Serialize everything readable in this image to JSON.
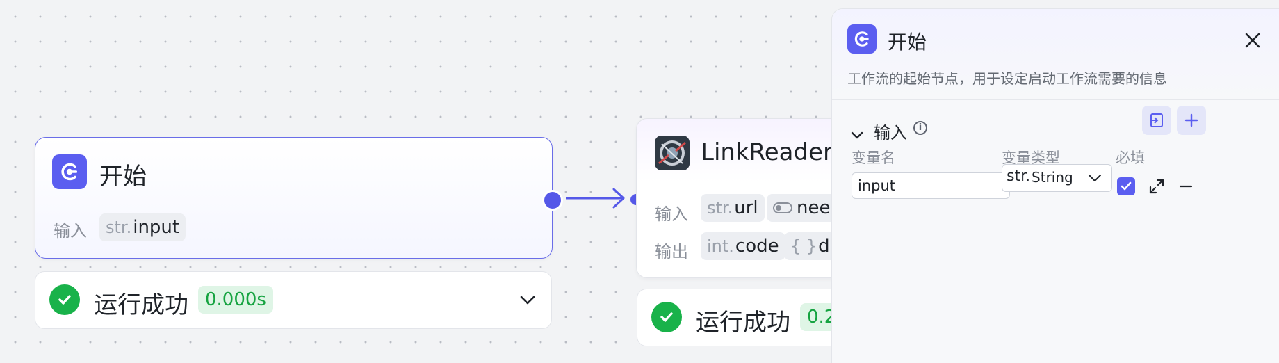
{
  "canvas": {
    "start_node": {
      "title": "开始",
      "input_label": "输入",
      "inputs": [
        {
          "type": "str.",
          "name": "input"
        }
      ],
      "status": {
        "text": "运行成功",
        "time": "0.000s"
      }
    },
    "link_node": {
      "title": "LinkReaderP",
      "input_label": "输入",
      "output_label": "输出",
      "inputs": [
        {
          "type": "str.",
          "name": "url"
        },
        {
          "type": "toggle",
          "name": "need"
        }
      ],
      "outputs": [
        {
          "type": "int.",
          "name": "code"
        },
        {
          "type": "{ }",
          "name": "da"
        }
      ],
      "status": {
        "text": "运行成功",
        "time": "0.2"
      }
    }
  },
  "panel": {
    "title": "开始",
    "description": "工作流的起始节点，用于设定启动工作流需要的信息",
    "section_title": "输入",
    "columns": {
      "name": "变量名",
      "type": "变量类型",
      "required": "必填"
    },
    "rows": [
      {
        "name": "input",
        "type_prefix": "str.",
        "type": "String",
        "required": true
      }
    ]
  },
  "colors": {
    "accent": "#5b5ef0",
    "success": "#19b24a",
    "success_bg": "#dff5e6"
  }
}
